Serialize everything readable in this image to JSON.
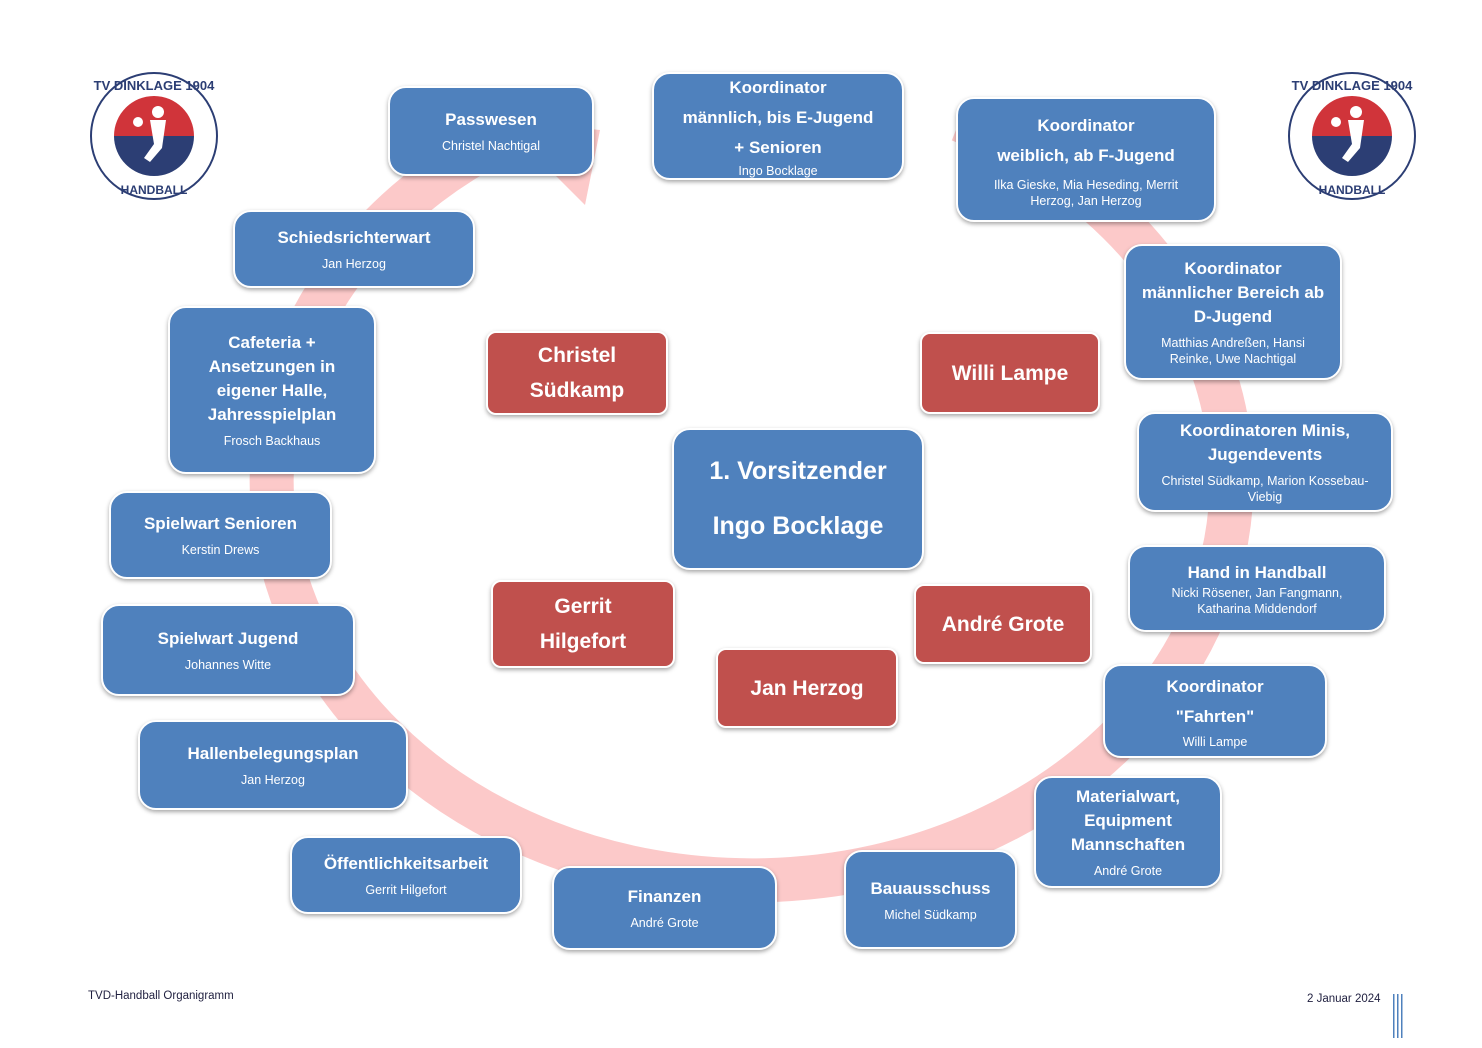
{
  "title": "TVD-Handball Organigramm",
  "date": "2 Januar 2024",
  "logo": {
    "top_text": "TV DINKLAGE 1904 e.V.",
    "bottom_text": "HANDBALL",
    "icon": "handball-player-icon"
  },
  "colors": {
    "role_box": "#4f81bd",
    "board_box": "#c0504d",
    "ring": "#fcc9c9",
    "logo_red": "#d0343a",
    "logo_navy": "#2c3e74"
  },
  "center": {
    "title": "1. Vorsitzender",
    "person": "Ingo Bocklage"
  },
  "board": [
    {
      "name": "Christel\nSüdkamp"
    },
    {
      "name": "Willi Lampe"
    },
    {
      "name": "Gerrit\nHilgefort"
    },
    {
      "name": "André Grote"
    },
    {
      "name": "Jan Herzog"
    }
  ],
  "roles": [
    {
      "title": "Passwesen",
      "person": "Christel  Nachtigal"
    },
    {
      "title": "Koordinator\nmännlich, bis E-Jugend\n+ Senioren",
      "person": "Ingo Bocklage"
    },
    {
      "title": "Koordinator\nweiblich, ab F-Jugend",
      "person": "Ilka Gieske, Mia Heseding, Merrit\nHerzog, Jan Herzog"
    },
    {
      "title": "Koordinator\nmännlicher Bereich ab\nD-Jugend",
      "person": "Matthias Andreßen, Hansi\nReinke, Uwe Nachtigal"
    },
    {
      "title": "Koordinatoren Minis,\nJugendevents",
      "person": "Christel Südkamp, Marion Kossebau-\nViebig"
    },
    {
      "title": "Hand in Handball",
      "person": "Nicki Rösener, Jan Fangmann,\nKatharina Middendorf"
    },
    {
      "title": "Koordinator\n\"Fahrten\"",
      "person": "Willi Lampe"
    },
    {
      "title": "Materialwart,\nEquipment\nMannschaften",
      "person": "André Grote"
    },
    {
      "title": "Bauausschuss",
      "person": "Michel Südkamp"
    },
    {
      "title": "Finanzen",
      "person": "André Grote"
    },
    {
      "title": "Öffentlichkeitsarbeit",
      "person": "Gerrit Hilgefort"
    },
    {
      "title": "Hallenbelegungsplan",
      "person": "Jan Herzog"
    },
    {
      "title": "Spielwart Jugend",
      "person": "Johannes Witte"
    },
    {
      "title": "Spielwart Senioren",
      "person": "Kerstin Drews"
    },
    {
      "title": "Cafeteria +\nAnsetzungen  in\neigener Halle,\nJahresspielplan",
      "person": "Frosch Backhaus"
    },
    {
      "title": "Schiedsrichterwart",
      "person": "Jan Herzog"
    }
  ]
}
